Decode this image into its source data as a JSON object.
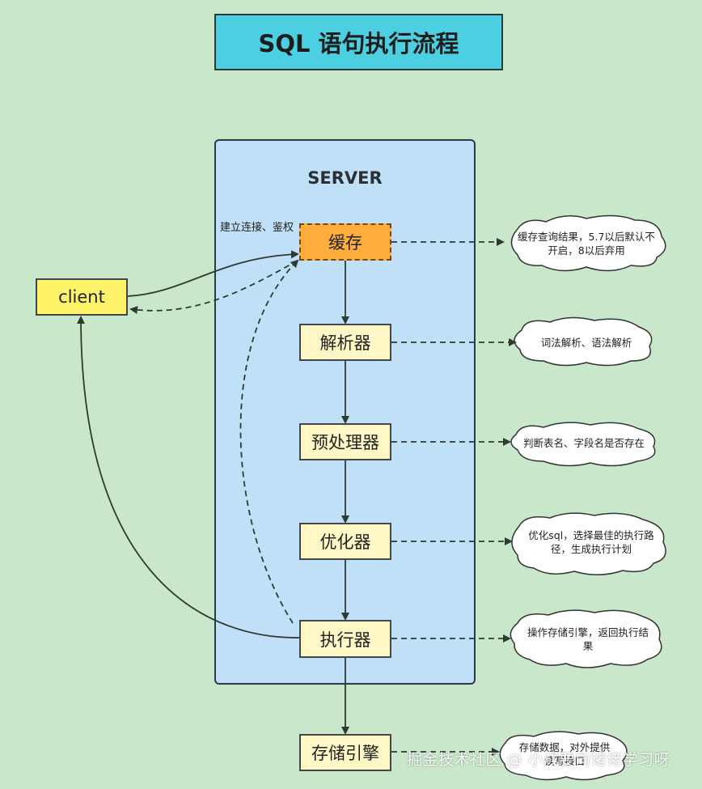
{
  "title": "SQL 语句执行流程",
  "server_label": "SERVER",
  "client_label": "client",
  "nodes": {
    "cache": "缓存",
    "parser": "解析器",
    "preprocessor": "预处理器",
    "optimizer": "优化器",
    "executor": "执行器",
    "storage_engine": "存储引擎"
  },
  "edge_label_connect": "建立连接、鉴权",
  "notes": {
    "cache_line1": "缓存查询结果，5.7以后默认不",
    "cache_line2": "开启，8以后弃用",
    "parser": "词法解析、语法解析",
    "preprocessor": "判断表名、字段名是否存在",
    "optimizer_line1": "优化sql，选择最佳的执行路",
    "optimizer_line2": "径，生成执行计划",
    "executor_line1": "操作存储引擎，返回执行结",
    "executor_line2": "果",
    "storage_line1": "存储数据，对外提供",
    "storage_line2": "读写接口"
  },
  "watermark": "掘金技术社区 @ 小成要向诸佬学习呀",
  "colors": {
    "background": "#c9e7cb",
    "title_fill": "#4ccfe0",
    "server_fill": "#bfe0f7",
    "cache_fill": "#ffae3d",
    "node_fill": "#fff8c6",
    "client_fill": "#fff36a"
  }
}
